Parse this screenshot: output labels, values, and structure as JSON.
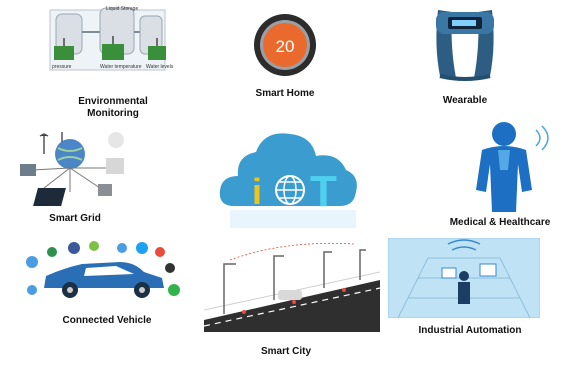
{
  "title": "",
  "center": {
    "letters": [
      "i",
      "T"
    ],
    "globe_icon": "globe-icon"
  },
  "tiles": {
    "environmental": {
      "label_line1": "Environmental",
      "label_line2": "Monitoring",
      "storage_label": "Liquid Storage",
      "sensor1": "pressure",
      "sensor2": "Water temperature",
      "sensor3": "Water levels"
    },
    "smart_home": {
      "label": "Smart Home",
      "thermostat_value": "20"
    },
    "wearable": {
      "label": "Wearable"
    },
    "smart_grid": {
      "label": "Smart Grid"
    },
    "medical": {
      "label": "Medical & Healthcare"
    },
    "vehicle": {
      "label": "Connected Vehicle"
    },
    "city": {
      "label": "Smart City"
    },
    "industrial": {
      "label": "Industrial Automation"
    }
  },
  "colors": {
    "cloud": "#3a9ccf",
    "letters": "#f2c415",
    "car": "#2a6fb5",
    "body_blue": "#1c6fc2",
    "thermostat": "#e96a2c"
  }
}
